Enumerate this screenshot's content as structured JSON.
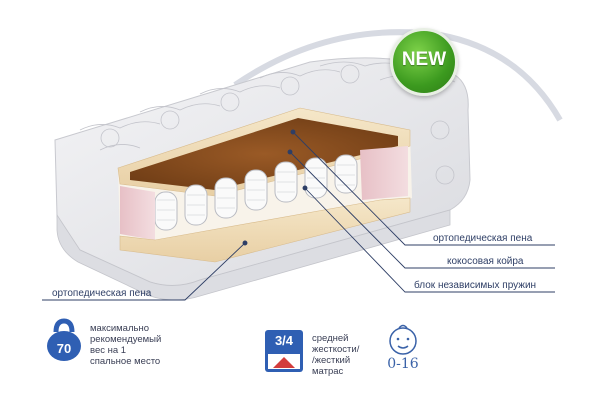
{
  "badge": {
    "text": "NEW"
  },
  "layers": {
    "top_foam": "ортопедическая пена",
    "coconut": "кокосовая койра",
    "springs": "блок независимых пружин",
    "bottom_foam": "ортопедическая пена"
  },
  "weight": {
    "value": "70",
    "line1": "максимально",
    "line2": "рекомендуемый",
    "line3": "вес на 1",
    "line4": "спальное место"
  },
  "stiffness": {
    "fraction": "3/4",
    "line1": "средней",
    "line2": "жесткости/",
    "line3": "/жесткий",
    "line4": "матрас"
  },
  "age": {
    "range": "0-16"
  },
  "colors": {
    "accent": "#2f5fb3",
    "badge_green": "#3c9a1f",
    "line_color": "#2f3f66"
  }
}
